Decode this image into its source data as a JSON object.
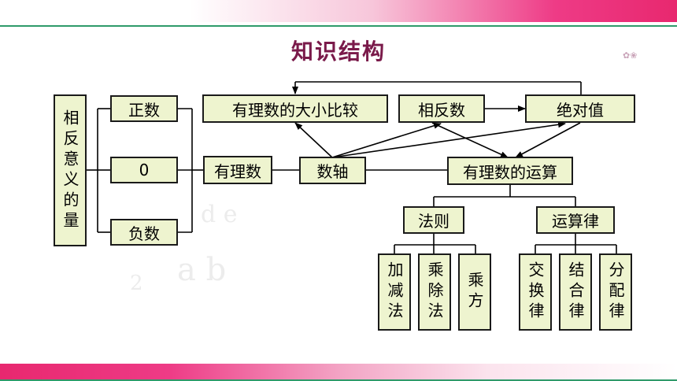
{
  "title": "知识结构",
  "nodes": {
    "xiangfan_yiyi": "相反意义的量",
    "zhengshu": "正数",
    "ling": "0",
    "fushu": "负数",
    "youlishu": "有理数",
    "shuzhou": "数轴",
    "daxiao_bijiao": "有理数的大小比较",
    "xiangfanshu": "相反数",
    "juedui_zhi": "绝对值",
    "yunsuan": "有理数的运算",
    "faze": "法则",
    "yunsuanlv": "运算律",
    "jiajian": "加减法",
    "chengchu": "乘除法",
    "chengfang": "乘方",
    "jiaohuan": "交换律",
    "jiehe": "结合律",
    "fenpei": "分配律"
  }
}
